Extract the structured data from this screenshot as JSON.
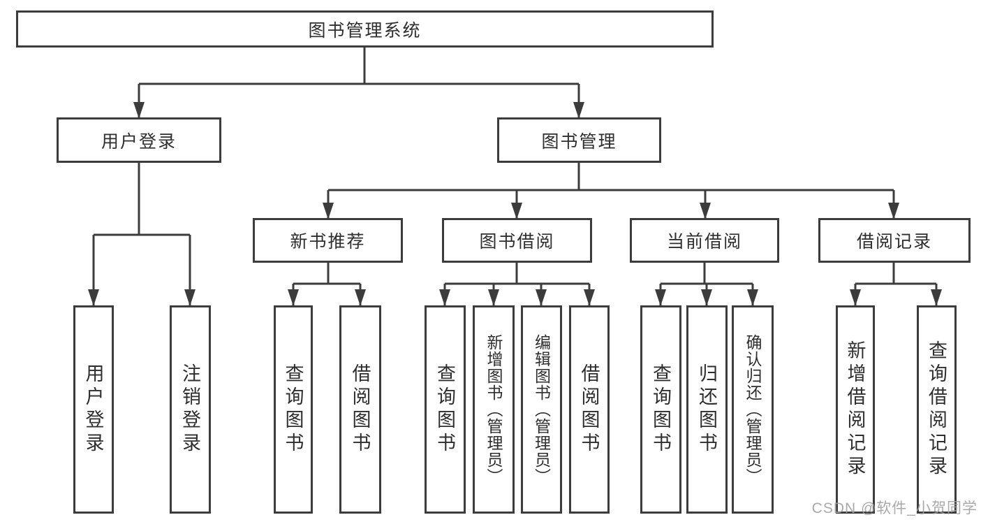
{
  "nodes": {
    "root": "图书管理系统",
    "user_login": "用户登录",
    "book_manage": "图书管理",
    "new_book_rec": "新书推荐",
    "book_borrow": "图书借阅",
    "current_borrow": "当前借阅",
    "borrow_record": "借阅记录",
    "leaf_user_login": "用户登录",
    "leaf_logout": "注销登录",
    "rec_query_book": "查询图书",
    "rec_borrow_book": "借阅图书",
    "bb_query_book": "查询图书",
    "bb_add_book": "新增图书（管理员）",
    "bb_edit_book": "编辑图书（管理员）",
    "bb_borrow_book": "借阅图书",
    "cb_query_book": "查询图书",
    "cb_return_book": "归还图书",
    "cb_confirm_return": "确认归还（管理员）",
    "br_add_record": "新增借阅记录",
    "br_query_record": "查询借阅记录"
  },
  "watermark": "CSDN @软件_小贺同学",
  "colors": {
    "line": "#3c3c3c",
    "text": "#2e2e2e",
    "watermark": "#a0a0a0",
    "background": "#ffffff"
  }
}
